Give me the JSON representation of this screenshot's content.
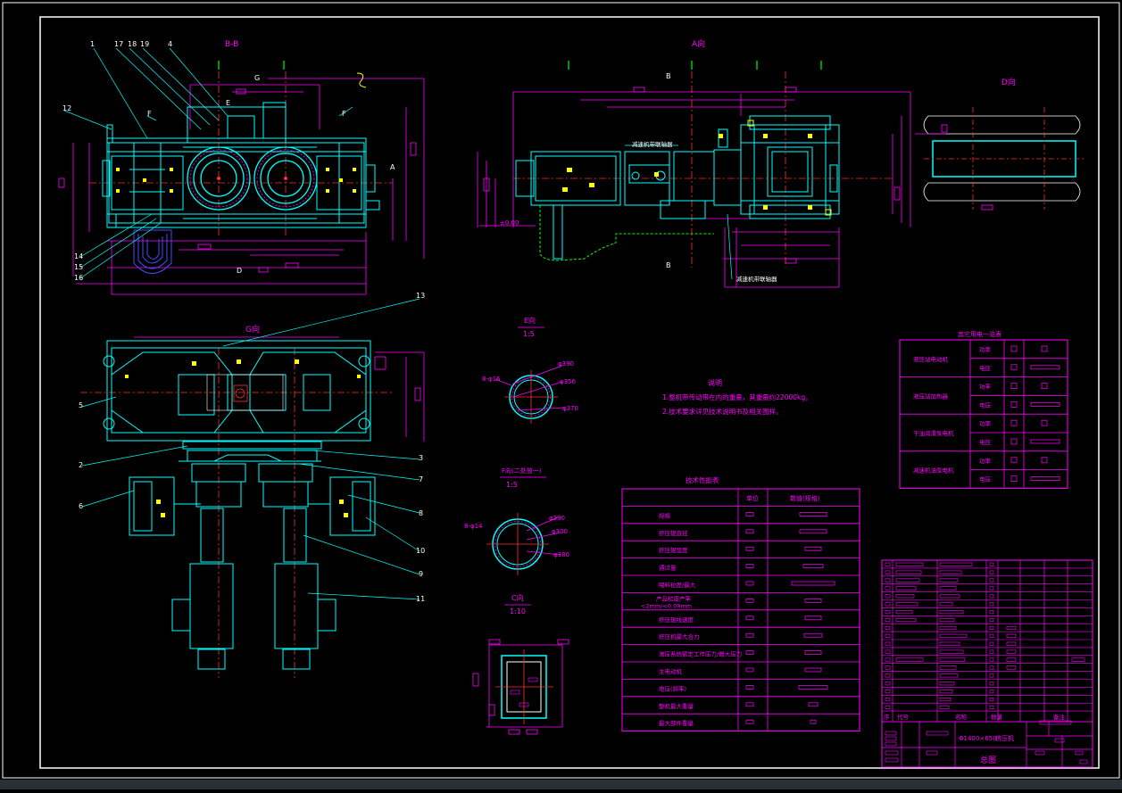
{
  "colors": {
    "frame": "#ffffff",
    "cyan": "#00ffff",
    "magenta": "#ff00ff",
    "red": "#ff3030",
    "yellow": "#ffff00",
    "green": "#00ff00",
    "blue": "#4a4aff",
    "white": "#ffffff"
  },
  "views": {
    "bb_title": "B-B",
    "a_title": "A向",
    "d_title": "D向",
    "g_title": "G向",
    "e_title": "E向",
    "e_scale": "1:5",
    "f_title": "F向(二处放一)",
    "f_scale": "1:5",
    "c_title": "C向",
    "c_scale": "1:10"
  },
  "labels": {
    "b": "B",
    "a": "A",
    "d": "D",
    "g": "G",
    "f": "F",
    "e": "E",
    "ref_000": "±0.00"
  },
  "dims": {
    "d390": "φ390",
    "d356": "φ356",
    "d370": "φ370",
    "d300": "φ300",
    "d380": "φ380",
    "hole_e": "8-φ16",
    "hole_f": "8-φ14"
  },
  "balloons": {
    "n1": "1",
    "n17": "17",
    "n18": "18",
    "n19": "19",
    "n4": "4",
    "n12": "12",
    "n14": "14",
    "n15": "15",
    "n16": "16",
    "n13": "13",
    "n5": "5",
    "n2": "2",
    "n6": "6",
    "n3": "3",
    "n7": "7",
    "n8": "8",
    "n10": "10",
    "n9": "9",
    "n11": "11"
  },
  "notes": {
    "title": "说明",
    "line1": "1.整机带传动带在内的重量，其重量约22000kg。",
    "line2": "2.技术要求详见技术说明书及相关图样。"
  },
  "annotations": {
    "top": "减速机带联轴器",
    "bottom": "减速机带联轴器"
  },
  "tech_table": {
    "title": "技术性能表",
    "col_unit": "单位",
    "col_value": "数值(规格)",
    "rows": [
      "规格",
      "挤压辊直径",
      "挤压辊宽度",
      "通过量",
      "喂料粒度/最大",
      "产品粒度产率",
      "挤压辊线速度",
      "挤压机最大合力",
      "液压系统额定工作压力/最大压力",
      "主电动机",
      "电压(频率)",
      "整机最大重量",
      "最大部件重量"
    ],
    "row6_sub": "<2mm/<0.09mm"
  },
  "motor_table": {
    "title": "其它用电一览表",
    "groups": [
      "液压站电动机",
      "液压站加热器",
      "干油润滑泵电机",
      "减速机油泵电机"
    ],
    "power": "功率",
    "voltage": "电压"
  },
  "title_block": {
    "name": "总图",
    "spec": "Φ1400×650",
    "machine": "挤压机",
    "header_seq": "序",
    "header_code": "代号",
    "header_name": "名称",
    "header_qty": "数量",
    "header_note": "备注"
  }
}
